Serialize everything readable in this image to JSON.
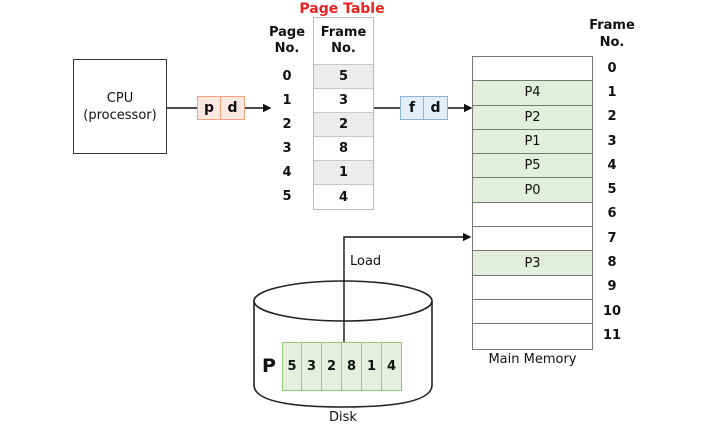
{
  "cpu": {
    "line1": "CPU",
    "line2": "(processor)"
  },
  "logical_address": {
    "cells": [
      "p",
      "d"
    ],
    "color_fill": "#fbe7df",
    "color_border": "#f2a07d"
  },
  "physical_address": {
    "cells": [
      "f",
      "d"
    ],
    "color_fill": "#e3edf8",
    "color_border": "#8db2dc"
  },
  "page_table": {
    "title": "Page Table",
    "title_color": "#e8231f",
    "page_header": [
      "Page",
      "No."
    ],
    "frame_header": [
      "Frame",
      "No."
    ],
    "rows": [
      {
        "page": "0",
        "frame": "5"
      },
      {
        "page": "1",
        "frame": "3"
      },
      {
        "page": "2",
        "frame": "2"
      },
      {
        "page": "3",
        "frame": "8"
      },
      {
        "page": "4",
        "frame": "1"
      },
      {
        "page": "5",
        "frame": "4"
      }
    ]
  },
  "main_memory": {
    "label": "Main Memory",
    "frame_header": [
      "Frame",
      "No."
    ],
    "fill_color": "#e2efda",
    "frames": [
      {
        "no": "0",
        "content": ""
      },
      {
        "no": "1",
        "content": "P4"
      },
      {
        "no": "2",
        "content": "P2"
      },
      {
        "no": "3",
        "content": "P1"
      },
      {
        "no": "4",
        "content": "P5"
      },
      {
        "no": "5",
        "content": "P0"
      },
      {
        "no": "6",
        "content": ""
      },
      {
        "no": "7",
        "content": ""
      },
      {
        "no": "8",
        "content": "P3"
      },
      {
        "no": "9",
        "content": ""
      },
      {
        "no": "10",
        "content": ""
      },
      {
        "no": "11",
        "content": ""
      }
    ]
  },
  "load_label": "Load",
  "disk": {
    "label": "Disk",
    "process_label": "P",
    "cells": [
      "5",
      "3",
      "2",
      "8",
      "1",
      "4"
    ],
    "fill_color": "#e6eee0",
    "border_color": "#8fca7b"
  }
}
